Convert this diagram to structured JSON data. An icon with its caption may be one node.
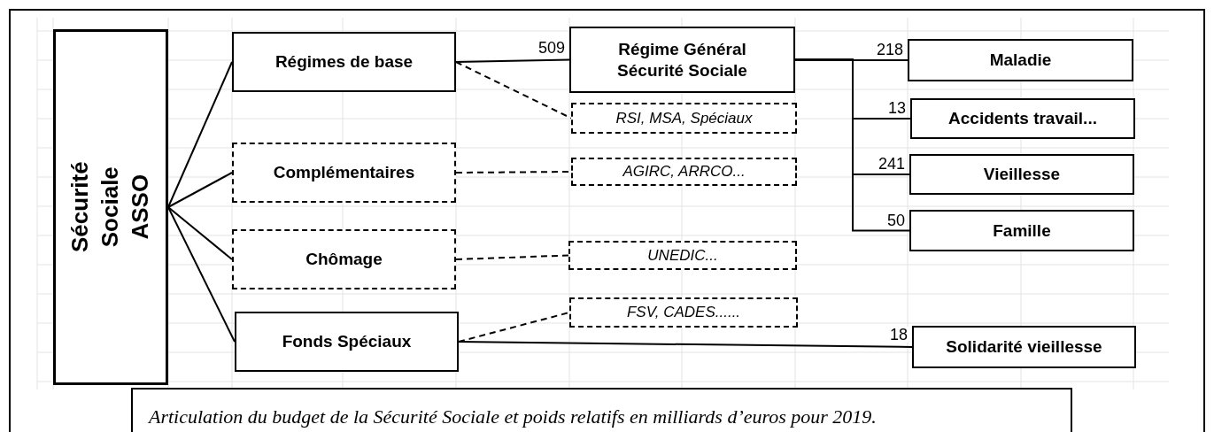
{
  "diagram": {
    "caption": "Articulation du budget de la Sécurité Sociale et poids relatifs en milliards d’euros pour 2019.",
    "nodes": [
      {
        "text": [
          "Sécurité Sociale ASSO"
        ]
      },
      {
        "text": [
          "Régimes de base"
        ]
      },
      {
        "text": [
          "Complémentaires"
        ]
      },
      {
        "text": [
          "Chômage"
        ]
      },
      {
        "text": [
          "Fonds Spéciaux"
        ]
      },
      {
        "text": [
          "Régime Général Sécurité Sociale"
        ]
      },
      {
        "text": [
          "RSI, MSA, Spéciaux"
        ]
      },
      {
        "text": [
          "AGIRC, ARRCO..."
        ]
      },
      {
        "text": [
          "UNEDIC..."
        ]
      },
      {
        "text": [
          "FSV, CADES......"
        ]
      },
      {
        "text": [
          "Maladie"
        ]
      },
      {
        "text": [
          "Accidents travail..."
        ]
      },
      {
        "text": [
          "Vieillesse"
        ]
      },
      {
        "text": [
          "Famille"
        ]
      },
      {
        "text": [
          "Solidarité vieillesse"
        ]
      }
    ],
    "edges": [
      {
        "from": 0,
        "to": 1,
        "arrow": "none"
      },
      {
        "from": 0,
        "to": 2,
        "arrow": "none"
      },
      {
        "from": 0,
        "to": 3,
        "arrow": "none"
      },
      {
        "from": 0,
        "to": 4,
        "arrow": "none"
      },
      {
        "from": 1,
        "to": 5,
        "arrow": "none",
        "label": "509"
      },
      {
        "from": 1,
        "to": 6,
        "arrow": "none",
        "style": "dashed"
      },
      {
        "from": 2,
        "to": 7,
        "arrow": "none",
        "style": "dashed"
      },
      {
        "from": 3,
        "to": 8,
        "arrow": "none",
        "style": "dashed"
      },
      {
        "from": 4,
        "to": 9,
        "arrow": "none",
        "style": "dashed"
      },
      {
        "from": 4,
        "to": 14,
        "arrow": "none",
        "label": "18"
      },
      {
        "from": 5,
        "to": 10,
        "arrow": "none",
        "label": "218"
      },
      {
        "from": 5,
        "to": 11,
        "arrow": "none",
        "label": "13"
      },
      {
        "from": 5,
        "to": 12,
        "arrow": "none",
        "label": "241"
      },
      {
        "from": 5,
        "to": 13,
        "arrow": "none",
        "label": "50"
      }
    ]
  }
}
